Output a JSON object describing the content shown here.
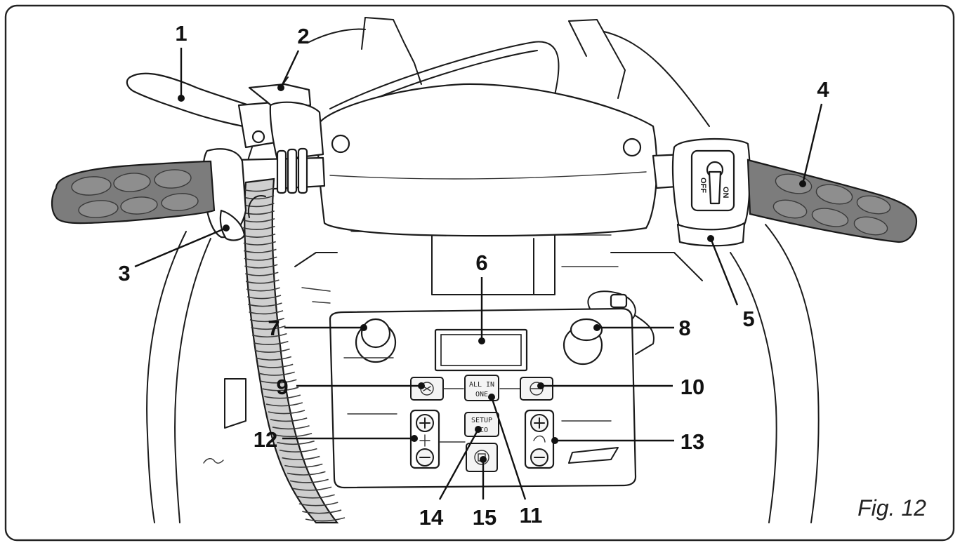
{
  "figure": {
    "caption": "Fig. 12",
    "callouts": [
      {
        "id": "1",
        "text": "1"
      },
      {
        "id": "2",
        "text": "2"
      },
      {
        "id": "3",
        "text": "3"
      },
      {
        "id": "4",
        "text": "4"
      },
      {
        "id": "5",
        "text": "5"
      },
      {
        "id": "6",
        "text": "6"
      },
      {
        "id": "7",
        "text": "7"
      },
      {
        "id": "8",
        "text": "8"
      },
      {
        "id": "9",
        "text": "9"
      },
      {
        "id": "10",
        "text": "10"
      },
      {
        "id": "11",
        "text": "11"
      },
      {
        "id": "12",
        "text": "12"
      },
      {
        "id": "13",
        "text": "13"
      },
      {
        "id": "14",
        "text": "14"
      },
      {
        "id": "15",
        "text": "15"
      }
    ],
    "key_switch": {
      "off_label": "OFF",
      "on_label": "ON"
    },
    "panel_buttons": {
      "all_in_one_line1": "ALL IN",
      "all_in_one_line2": "ONE",
      "setup_line1": "SETUP",
      "setup_line2": "ECO"
    }
  }
}
